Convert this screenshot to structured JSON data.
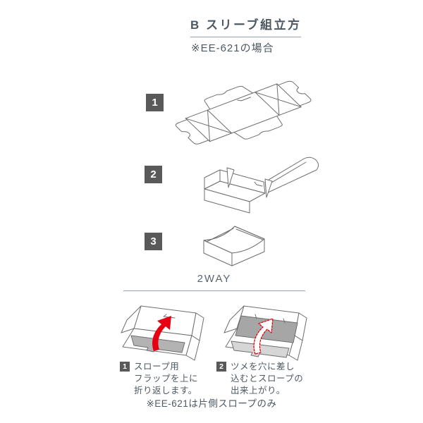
{
  "header": {
    "title": "B スリーブ組立方",
    "subtitle": "※EE-621の場合"
  },
  "steps": [
    {
      "number": "1",
      "diagram": "flat-die-cut-template"
    },
    {
      "number": "2",
      "diagram": "half-folded-sleeve"
    },
    {
      "number": "3",
      "diagram": "assembled-tray"
    }
  ],
  "two_way": {
    "label": "2WAY",
    "items": [
      {
        "number": "1",
        "lines": [
          "スロープ用",
          "フラップを上に",
          "折り返します。"
        ],
        "icon": "red-curved-arrow-icon"
      },
      {
        "number": "2",
        "lines": [
          "ツメを穴に差し",
          "込むとスロープの",
          "出来上がり。"
        ],
        "icon": "red-dotted-arrow-icon"
      }
    ],
    "footnote": "※EE-621は片側スロープのみ"
  },
  "colors": {
    "text": "#4d5962",
    "line_art": "#6e6e6e",
    "badge_bg": "#595959",
    "accent_red": "#e60012",
    "flap_gray": "#b3b3b3",
    "slope_gray": "#a6a6a6",
    "flap_light_gray": "#d6d6d6",
    "divider": "#9aa3ab"
  }
}
